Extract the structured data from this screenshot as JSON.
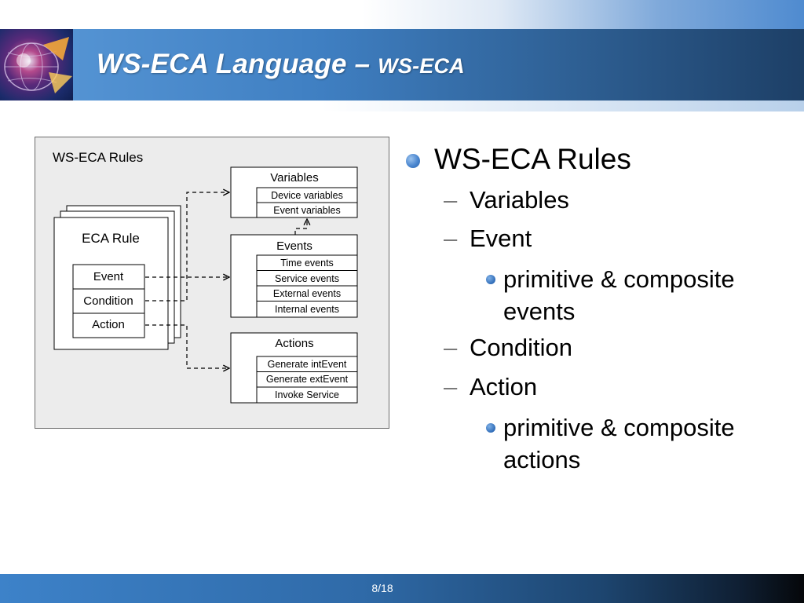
{
  "slide": {
    "title_main": "WS-ECA Language – ",
    "title_sub": "WS-ECA",
    "page_number": "8/18"
  },
  "diagram": {
    "frame_label": "WS-ECA Rules",
    "rule_label": "ECA Rule",
    "rule_parts": [
      "Event",
      "Condition",
      "Action"
    ],
    "variables": {
      "title": "Variables",
      "items": [
        "Device variables",
        "Event variables"
      ]
    },
    "events": {
      "title": "Events",
      "items": [
        "Time events",
        "Service events",
        "External events",
        "Internal events"
      ]
    },
    "actions": {
      "title": "Actions",
      "items": [
        "Generate intEvent",
        "Generate extEvent",
        "Invoke Service"
      ]
    }
  },
  "bullets": {
    "main": "WS-ECA Rules",
    "variables": "Variables",
    "event": "Event",
    "event_sub": "primitive & composite events",
    "condition": "Condition",
    "action": "Action",
    "action_sub": "primitive & composite actions"
  },
  "colors": {
    "accent_blue": "#4a86cf",
    "title_bar": "#3f7fc2",
    "footer_dark": "#0f1f33"
  }
}
